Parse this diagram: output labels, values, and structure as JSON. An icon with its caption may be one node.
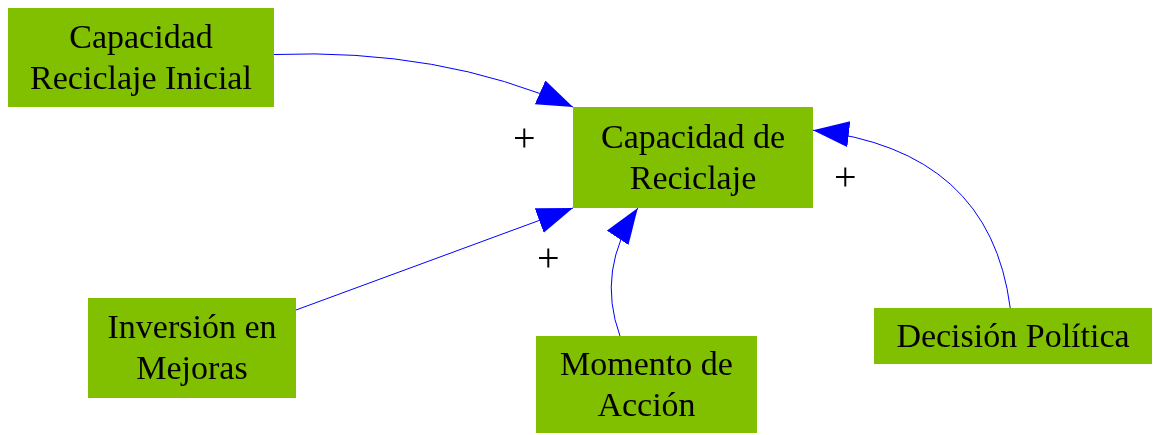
{
  "diagram": {
    "nodes": [
      {
        "text": [
          "Capacidad Reciclaje Inicial"
        ]
      },
      {
        "text": [
          "Capacidad de Reciclaje"
        ]
      },
      {
        "text": [
          "Inversión en Mejoras"
        ]
      },
      {
        "text": [
          "Momento de Acción"
        ]
      },
      {
        "text": [
          "Decisión Política"
        ]
      }
    ],
    "edges": [
      {
        "from": 0,
        "to": 1,
        "arrow": "to"
      },
      {
        "from": 2,
        "to": 1,
        "arrow": "to"
      },
      {
        "from": 3,
        "to": 1,
        "arrow": "to"
      },
      {
        "from": 4,
        "to": 1,
        "arrow": "to"
      }
    ],
    "labels": [
      "+",
      "+",
      "+"
    ]
  }
}
